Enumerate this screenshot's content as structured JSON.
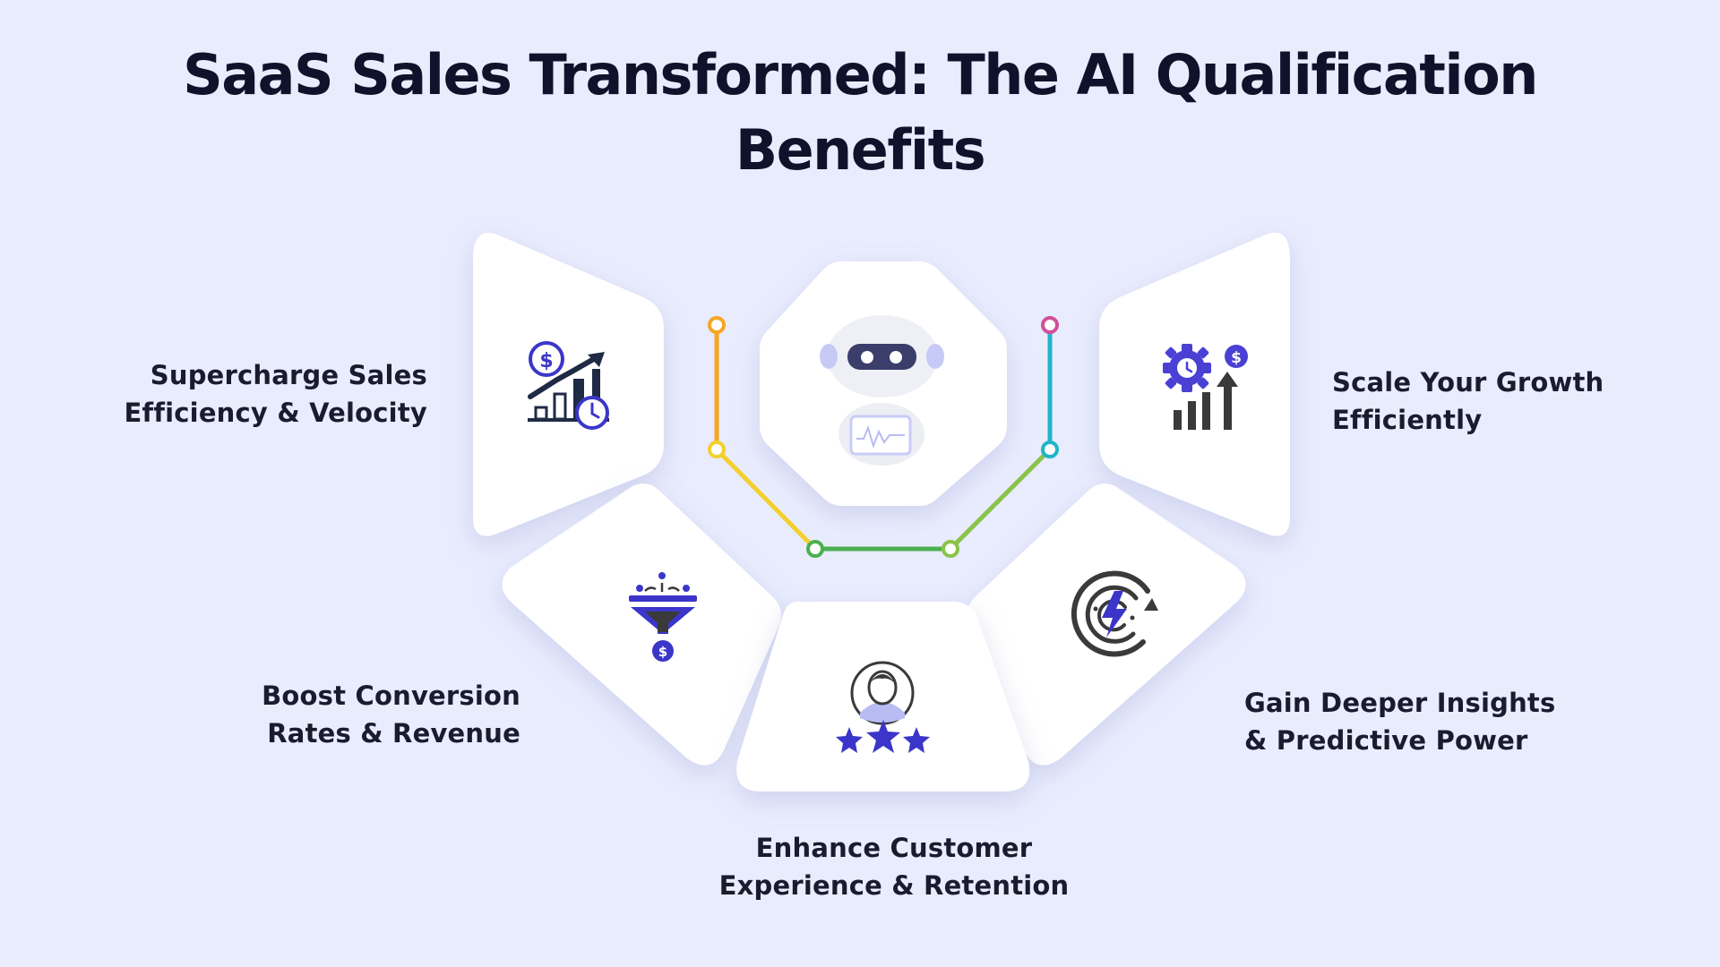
{
  "title": {
    "line1": "SaaS Sales Transformed: The AI Qualification",
    "line2": "Benefits"
  },
  "benefits": {
    "supercharge": {
      "line1": "Supercharge Sales",
      "line2": "Efficiency & Velocity",
      "icon": "revenue-growth-clock-icon"
    },
    "boost": {
      "line1": "Boost Conversion",
      "line2": "Rates & Revenue",
      "icon": "sales-funnel-dollar-icon"
    },
    "enhance": {
      "line1": "Enhance Customer",
      "line2": "Experience & Retention",
      "icon": "customer-rating-stars-icon"
    },
    "insights": {
      "line1": "Gain Deeper Insights",
      "line2": "& Predictive Power",
      "icon": "lightning-target-icon"
    },
    "scale": {
      "line1": "Scale Your Growth",
      "line2": "Efficiently",
      "icon": "gear-growth-chart-icon"
    }
  },
  "center": {
    "icon": "robot-icon"
  },
  "colors": {
    "background": "#e9ecfd",
    "panel": "#ffffff",
    "accent_indigo": "#3b36c9",
    "dark_navy": "#1f2a44",
    "gray_icon": "#3a3a3a",
    "orange": "#f5a623",
    "yellow": "#f3d02f",
    "green": "#4caf50",
    "lime": "#8bc34a",
    "cyan": "#1fb5c9",
    "pink": "#d0509a"
  }
}
